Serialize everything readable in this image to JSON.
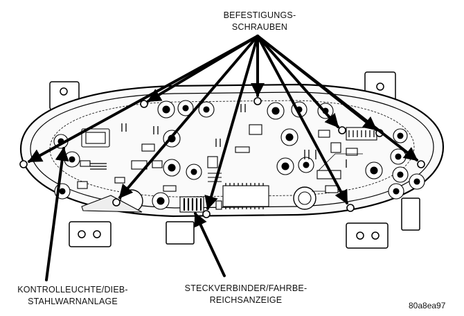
{
  "labels": {
    "mounting_screws": [
      "BEFESTIGUNGS-",
      "SCHRAUBEN"
    ],
    "indicator_lamp": [
      "KONTROLLEUCHTE/DIEB-",
      "STAHLWARNANLAGE"
    ],
    "connector": [
      "STECKVERBINDER/FAHRBE-",
      "REICHSANZEIGE"
    ],
    "figure_code": "80a8ea97"
  }
}
